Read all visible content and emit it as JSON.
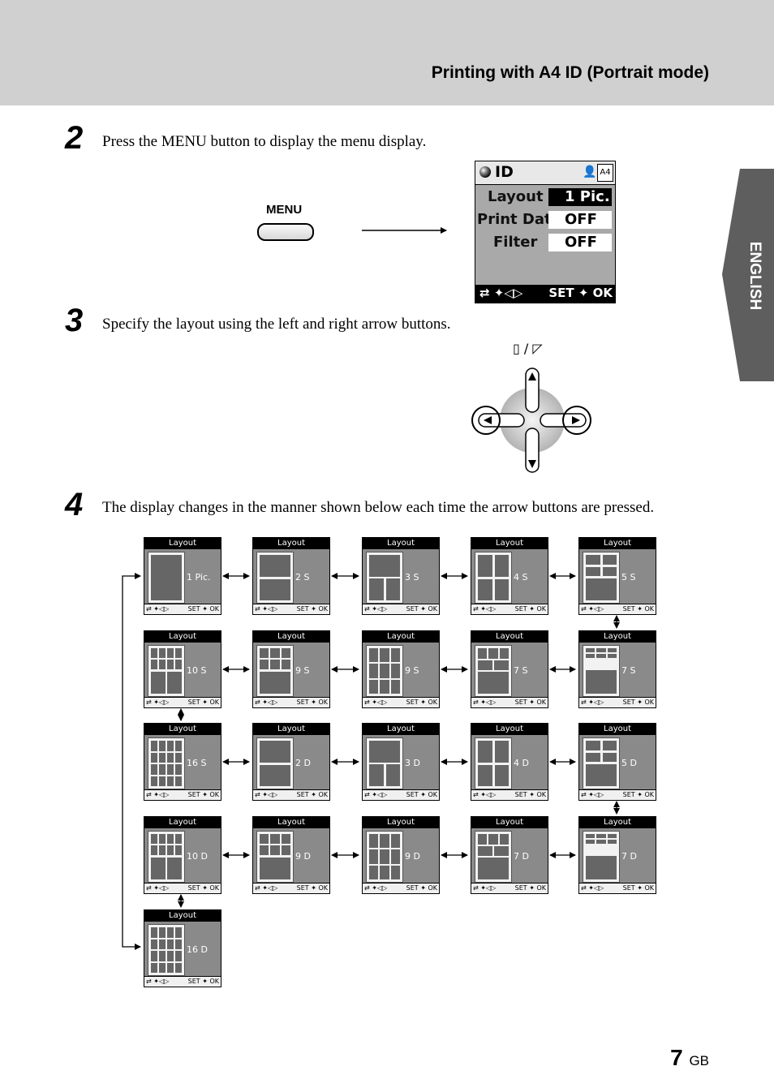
{
  "header": {
    "title": "Printing with A4 ID (Portrait mode)"
  },
  "side_tab": {
    "label": "ENGLISH"
  },
  "steps": [
    {
      "number": "2",
      "text": "Press the MENU button to display the menu display."
    },
    {
      "number": "3",
      "text": "Specify the layout using the left and right arrow buttons."
    },
    {
      "number": "4",
      "text": "The display changes in the manner shown below each time the arrow buttons are pressed."
    }
  ],
  "menu_button": {
    "label": "MENU"
  },
  "menu_display": {
    "title": "ID",
    "paper": "A4",
    "rows": [
      {
        "label": "Layout",
        "value": "1 Pic."
      },
      {
        "label": "Print Date",
        "value": "OFF"
      },
      {
        "label": "Filter",
        "value": "OFF"
      }
    ],
    "footer_left": "⇄ ✦◁▷",
    "footer_right": "SET ✦ OK"
  },
  "nav_pad": {
    "caption": "▯ / ◸"
  },
  "layout_screen": {
    "title": "Layout",
    "footer_left": "⇄ ✦◁▷",
    "footer_right": "SET ✦ OK"
  },
  "layouts": [
    {
      "label": "1 Pic.",
      "pattern": "1"
    },
    {
      "label": "2 S",
      "pattern": "2"
    },
    {
      "label": "3 S",
      "pattern": "3"
    },
    {
      "label": "4 S",
      "pattern": "4"
    },
    {
      "label": "5 S",
      "pattern": "5"
    },
    {
      "label": "10 S",
      "pattern": "10"
    },
    {
      "label": "9 S",
      "pattern": "9a"
    },
    {
      "label": "9 S",
      "pattern": "9b"
    },
    {
      "label": "7 S",
      "pattern": "7a"
    },
    {
      "label": "7 S",
      "pattern": "7b"
    },
    {
      "label": "16 S",
      "pattern": "16"
    },
    {
      "label": "2 D",
      "pattern": "2"
    },
    {
      "label": "3 D",
      "pattern": "3"
    },
    {
      "label": "4 D",
      "pattern": "4"
    },
    {
      "label": "5 D",
      "pattern": "5"
    },
    {
      "label": "10 D",
      "pattern": "10"
    },
    {
      "label": "9 D",
      "pattern": "9a"
    },
    {
      "label": "9 D",
      "pattern": "9b"
    },
    {
      "label": "7 D",
      "pattern": "7a"
    },
    {
      "label": "7 D",
      "pattern": "7b"
    },
    {
      "label": "16 D",
      "pattern": "16"
    }
  ],
  "page": {
    "number": "7",
    "suffix": "GB"
  }
}
